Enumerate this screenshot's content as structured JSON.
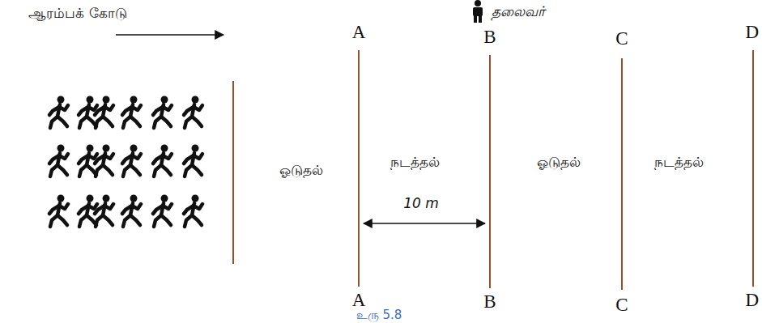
{
  "diagram": {
    "caption": "உரு 5.8",
    "labels": [
      "தலைவர்",
      "ஆரம்பக் கோடு",
      "A",
      "B",
      "C",
      "D",
      "ஓடுதல்",
      "நடத்தல்",
      "ஓடுதல்",
      "நடத்தல்",
      "10 m",
      "A",
      "B",
      "C",
      "D"
    ]
  }
}
